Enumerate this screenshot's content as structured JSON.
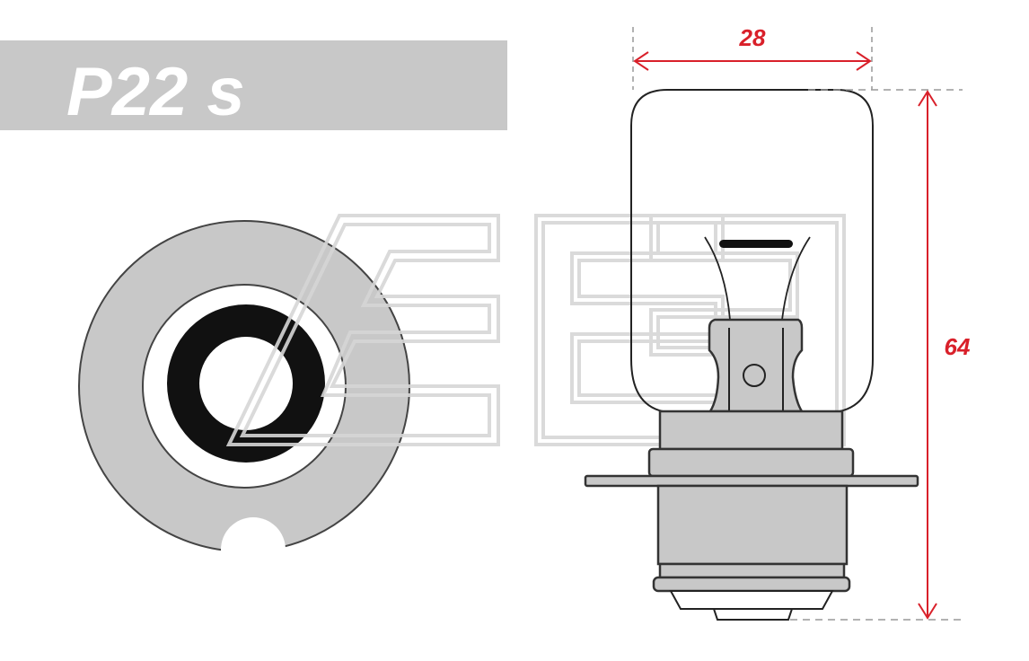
{
  "title": "P22 s",
  "dimensions": {
    "width_label": "28",
    "height_label": "64"
  },
  "colors": {
    "dimension": "#d9202a",
    "part_fill": "#c8c8c8",
    "title_bar": "#c8c8c8",
    "outline": "#333333"
  }
}
